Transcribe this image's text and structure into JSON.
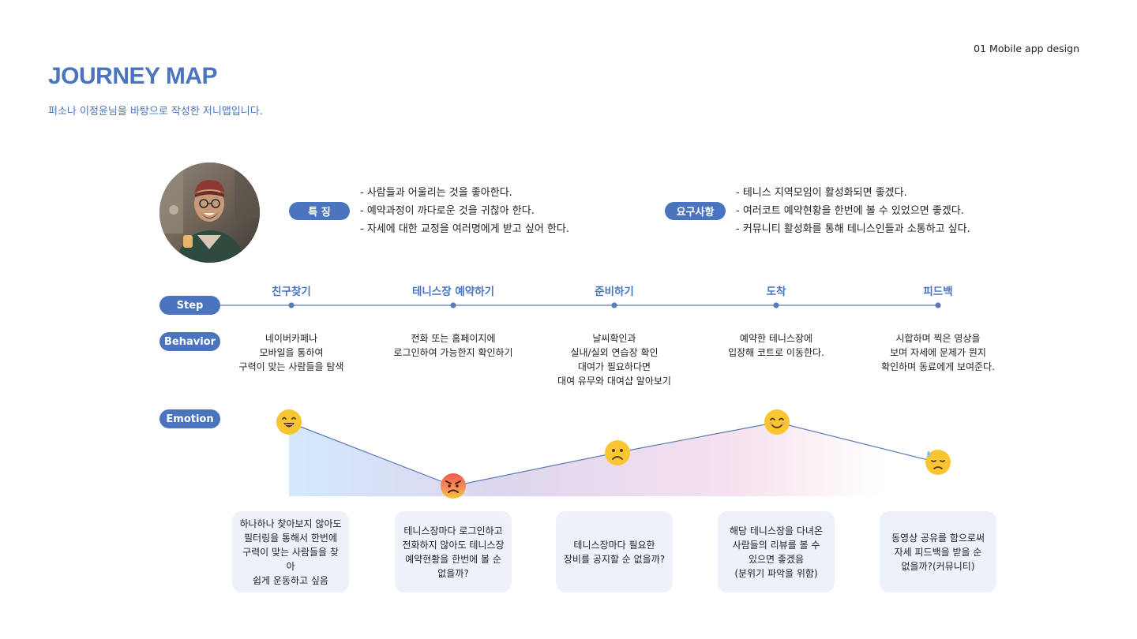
{
  "header": {
    "page_label": "01 Mobile app design",
    "title": "JOURNEY MAP",
    "subtitle": "퍼소나 이정윤님을 바탕으로 작성한 저니맵입니다."
  },
  "persona": {
    "traits_label": "특 징",
    "traits": [
      "- 사람들과 어울리는 것을 좋아한다.",
      "- 예약과정이 까다로운 것을 귀찮아 한다.",
      "- 자세에 대한 교정을 여러명에게 받고 싶어 한다."
    ],
    "needs_label": "요구사항",
    "needs": [
      "- 테니스 지역모임이 활성화되면 좋겠다.",
      "- 여러코트 예약현황을 한번에 볼 수 있었으면 좋겠다.",
      "- 커뮤니티 활성화를 통해 테니스인들과 소통하고 싶다."
    ]
  },
  "rows": {
    "step_label": "Step",
    "behavior_label": "Behavior",
    "emotion_label": "Emotion"
  },
  "colors": {
    "accent": "#4a74bd",
    "card_bg": "#edf1fa",
    "line": "#5a7bb5"
  },
  "stages": [
    {
      "name": "친구찾기",
      "behavior": [
        "네이버카페나",
        "모바일을 통하여",
        "구력이 맞는 사람들을 탐색"
      ],
      "emotion": "grinning",
      "emotion_level": 0.95,
      "pain_point": [
        "하나하나 찾아보지 않아도",
        "필터링을 통해서 한번에",
        "구력이 맞는 사람들을 찾아",
        "쉽게 운동하고 싶음"
      ]
    },
    {
      "name": "테니스장 예약하기",
      "behavior": [
        "전화 또는 홈페이지에",
        "로그인하여 가능한지 확인하기"
      ],
      "emotion": "angry",
      "emotion_level": 0.0,
      "pain_point": [
        "테니스장마다 로그인하고",
        "전화하지 않아도 테니스장",
        "예약현황을 한번에 볼 순",
        "없을까?"
      ]
    },
    {
      "name": "준비하기",
      "behavior": [
        "날씨확인과",
        "실내/실외 연습장 확인",
        "대여가 필요하다면",
        "대여 유무와 대여샵 알아보기"
      ],
      "emotion": "worried",
      "emotion_level": 0.5,
      "pain_point": [
        "테니스장마다 필요한",
        "장비를 공지할 순 없을까?"
      ]
    },
    {
      "name": "도착",
      "behavior": [
        "예약한 테니스장에",
        "입장해 코트로 이동한다."
      ],
      "emotion": "smiling",
      "emotion_level": 0.95,
      "pain_point": [
        "해당 테니스장을 다녀온",
        "사람들의 리뷰를 볼 수",
        "있으면 좋겠음",
        "(분위기 파악을 위함)"
      ]
    },
    {
      "name": "피드백",
      "behavior": [
        "시합하며 찍은 영상을",
        "보며 자세에 문제가 뭔지",
        "확인하며 동료에게 보여준다."
      ],
      "emotion": "sweat",
      "emotion_level": 0.35,
      "pain_point": [
        "동영상 공유를 함으로써",
        "자세 피드백을 받을 순",
        "없을까?(커뮤니티)"
      ]
    }
  ]
}
